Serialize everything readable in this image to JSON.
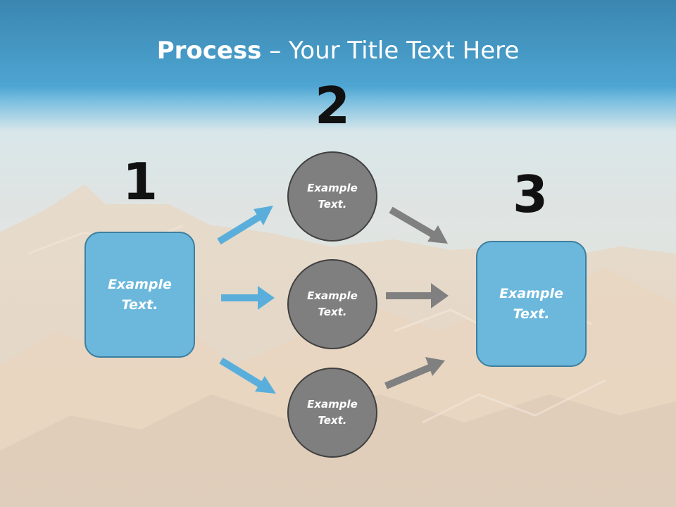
{
  "title": {
    "bold": "Process",
    "rest": " – Your Title Text Here"
  },
  "steps": {
    "one": "1",
    "two": "2",
    "three": "3"
  },
  "left_box": {
    "line1": "Example",
    "line2": "Text."
  },
  "right_box": {
    "line1": "Example",
    "line2": "Text."
  },
  "circles": [
    {
      "line1": "Example",
      "line2": "Text."
    },
    {
      "line1": "Example",
      "line2": "Text."
    },
    {
      "line1": "Example",
      "line2": "Text."
    }
  ],
  "colors": {
    "box": "#6bb8dc",
    "circle": "#7f7f7f",
    "blue_arrow": "#5aaedb",
    "gray_arrow": "#808080"
  }
}
